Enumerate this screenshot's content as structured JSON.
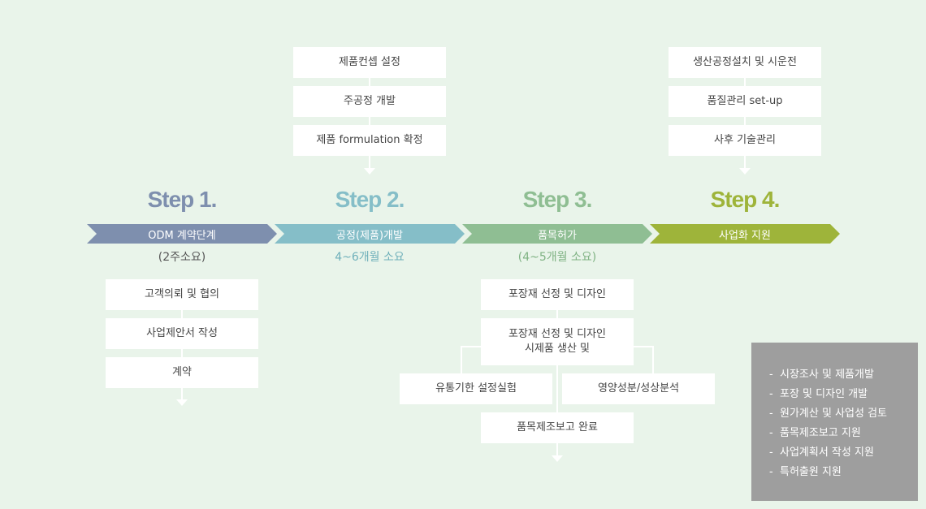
{
  "steps": [
    {
      "title": "Step 1.",
      "label": "ODM 계약단계",
      "sub": "(2주소요)"
    },
    {
      "title": "Step 2.",
      "label": "공정(제품)개발",
      "sub": "4~6개월 소요"
    },
    {
      "title": "Step 3.",
      "label": "품목허가",
      "sub": "(4~5개월 소요)"
    },
    {
      "title": "Step 4.",
      "label": "사업화 지원",
      "sub": ""
    }
  ],
  "colors": {
    "step1": "#7e8fae",
    "step2": "#85bec8",
    "step3": "#8fbe93",
    "step4": "#9eb43a",
    "background": "#e9f4ea",
    "panel": "#9e9e9e"
  },
  "step1_boxes": [
    "고객의뢰 및 협의",
    "사업제안서 작성",
    "계약"
  ],
  "step2_boxes": [
    "제품컨셉 설정",
    "주공정 개발",
    "제품 formulation 확정"
  ],
  "step3_boxes": {
    "top": "포장재 선정 및 디자인",
    "middle_line1": "포장재 선정 및 디자인",
    "middle_line2": "시제품 생산 및",
    "left": "유통기한 설정실험",
    "right": "영양성분/성상분석",
    "bottom": "품목제조보고 완료"
  },
  "step4_boxes": [
    "생산공정설치 및 시운전",
    "품질관리 set-up",
    "사후 기술관리"
  ],
  "side_panel": {
    "items": [
      "시장조사 및 제품개발",
      "포장 및 디자인 개발",
      "원가계산 및 사업성 검토",
      "품목제조보고 지원",
      "사업계획서 작성 지원",
      "특허출원 지원"
    ]
  }
}
